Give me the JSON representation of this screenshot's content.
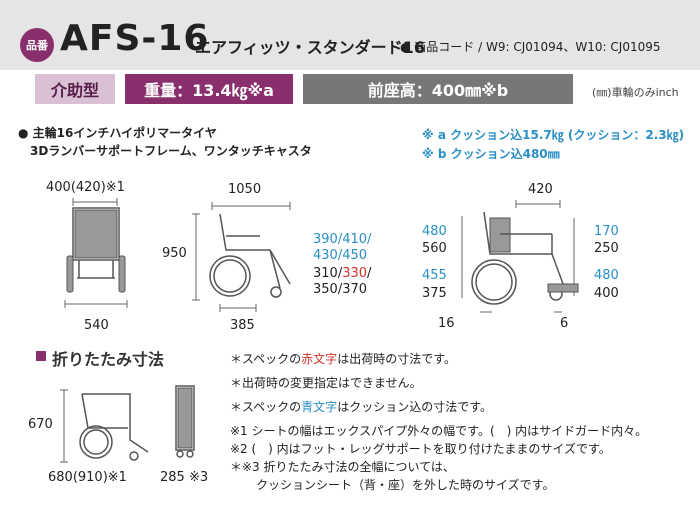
{
  "header": {
    "hinban_badge": "品番",
    "model": "AFS-16",
    "series": "エアフィッツ・スタンダード16",
    "code": "● 商品コード / W9: CJ01094、W10: CJ01095"
  },
  "badges": {
    "type": "介助型",
    "weight": "重量：13.4㎏※a",
    "seat_height": "前座高：400㎜※b"
  },
  "unit_note": "(㎜)車輪のみinch",
  "features": {
    "line1": "● 主輪16インチハイポリマータイヤ",
    "line2": "3Dランバーサポートフレーム、ワンタッチキャスタ"
  },
  "cushion": {
    "a": "※ a クッション込15.7㎏ (クッション：2.3㎏)",
    "b": "※ b クッション込480㎜"
  },
  "front_view": {
    "width_top": "400(420)※1",
    "width_bottom": "540"
  },
  "side_view": {
    "length": "1050",
    "height": "950",
    "depth": "385",
    "seat_w_blue_1": "390/410/",
    "seat_w_blue_2": "430/450",
    "seat_d_1a": "310/",
    "seat_d_1b": "330",
    "seat_d_1c": "/",
    "seat_d_2": "350/370"
  },
  "detail_view": {
    "width": "420",
    "l_480": "480",
    "l_560": "560",
    "l_455": "455",
    "l_375": "375",
    "r_170": "170",
    "r_250": "250",
    "r_480": "480",
    "r_400": "400",
    "b_16": "16",
    "b_6": "6"
  },
  "folded": {
    "title": "折りたたみ寸法",
    "height": "670",
    "width": "680(910)※1",
    "depth": "285 ※3"
  },
  "notes": {
    "n1_pre": "＊スペックの",
    "n1_red": "赤文字",
    "n1_post": "は出荷時の寸法です。",
    "n2": "＊出荷時の変更指定はできません。",
    "n3_pre": "＊スペックの",
    "n3_blue": "青文字",
    "n3_post": "はクッション込の寸法です。",
    "n4": "※1 シートの幅はエックスパイプ外々の幅です。(　) 内はサイドガード内々。",
    "n5": "※2 (　) 内はフット・レッグサポートを取り付けたままのサイズです。",
    "n6": "＊※3 折りたたみ寸法の全幅については、",
    "n7": "クッションシート（背・座）を外した時のサイズです。"
  },
  "colors": {
    "brand": "#8a2f6d",
    "brand_light": "#d9c0d4",
    "gray_badge": "#777777",
    "blue": "#2a8fc4",
    "red": "#d0312d"
  }
}
